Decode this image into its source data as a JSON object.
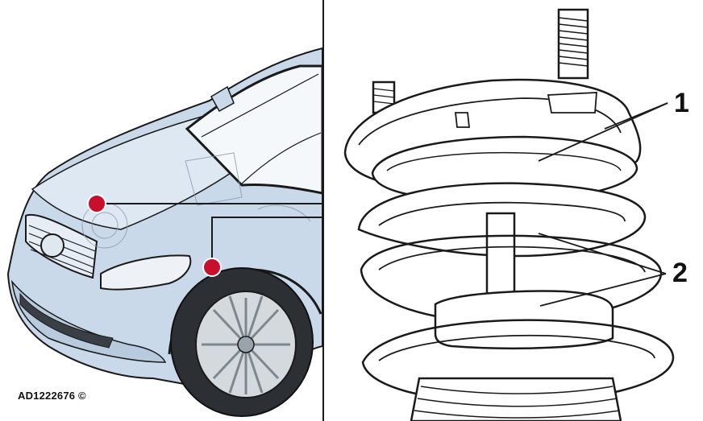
{
  "figure": {
    "code": "AD1222676 ©",
    "callouts": [
      {
        "id": "1",
        "label": "1"
      },
      {
        "id": "2",
        "label": "2"
      }
    ]
  },
  "colors": {
    "car_body": "#c9d9ea",
    "car_body_light": "#dde8f3",
    "marker": "#c8102e",
    "line": "#1a1a1a",
    "background": "#ffffff"
  }
}
